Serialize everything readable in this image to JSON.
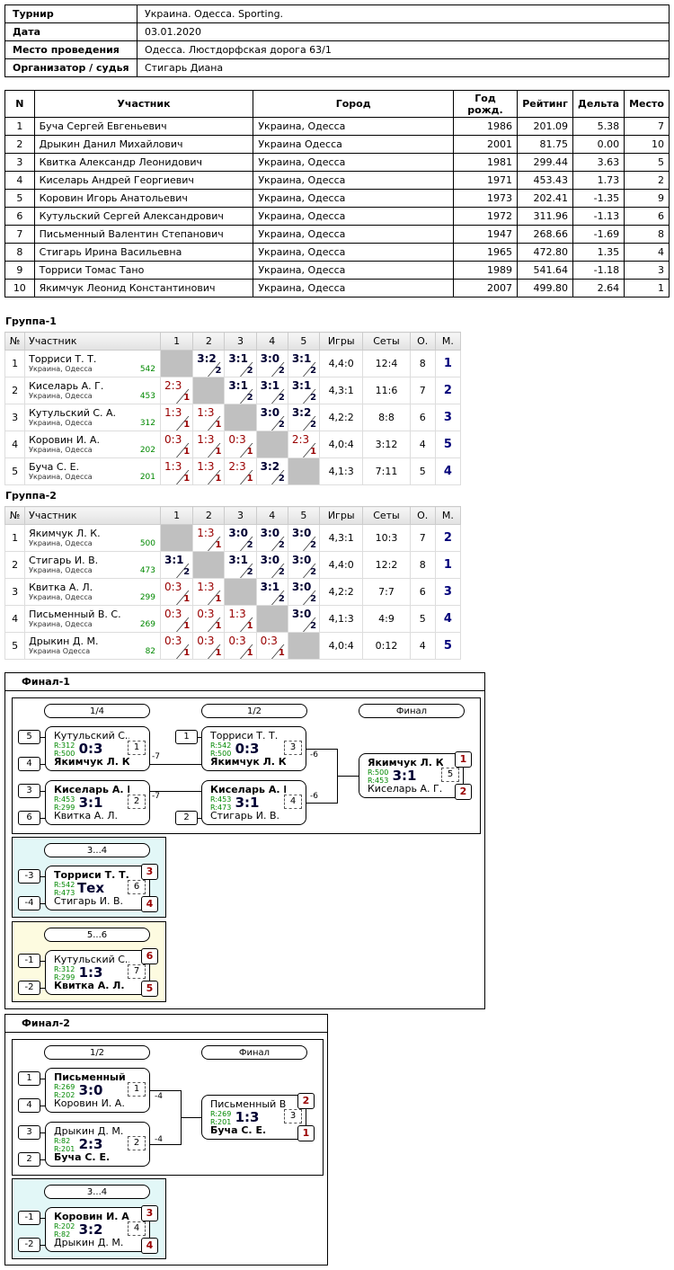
{
  "info": {
    "tour_k": "Турнир",
    "tour_v": "Украина. Одесса. Sporting.",
    "date_k": "Дата",
    "date_v": "03.01.2020",
    "place_k": "Место проведения",
    "place_v": "Одесса. Люстдорфская дорога 63/1",
    "org_k": "Организатор / судья",
    "org_v": "Стигарь Диана"
  },
  "participants": {
    "headers": [
      "N",
      "Участник",
      "Город",
      "Год рожд.",
      "Рейтинг",
      "Дельта",
      "Место"
    ],
    "rows": [
      [
        "1",
        "Буча Сергей Евгеньевич",
        "Украина, Одесса",
        "1986",
        "201.09",
        "5.38",
        "7"
      ],
      [
        "2",
        "Дрыкин Данил Михайлович",
        "Украина Одесса",
        "2001",
        "81.75",
        "0.00",
        "10"
      ],
      [
        "3",
        "Квитка Александр Леонидович",
        "Украина, Одесса",
        "1981",
        "299.44",
        "3.63",
        "5"
      ],
      [
        "4",
        "Киселарь Андрей Георгиевич",
        "Украина, Одесса",
        "1971",
        "453.43",
        "1.73",
        "2"
      ],
      [
        "5",
        "Коровин Игорь Анатольевич",
        "Украина, Одесса",
        "1973",
        "202.41",
        "-1.35",
        "9"
      ],
      [
        "6",
        "Кутульский Сергей Александрович",
        "Украина, Одесса",
        "1972",
        "311.96",
        "-1.13",
        "6"
      ],
      [
        "7",
        "Письменный Валентин Степанович",
        "Украина, Одесса",
        "1947",
        "268.66",
        "-1.69",
        "8"
      ],
      [
        "8",
        "Стигарь Ирина Васильевна",
        "Украина, Одесса",
        "1965",
        "472.80",
        "1.35",
        "4"
      ],
      [
        "9",
        "Торриси Томас Тано",
        "Украина, Одесса",
        "1989",
        "541.64",
        "-1.18",
        "3"
      ],
      [
        "10",
        "Якимчук Леонид Константинович",
        "Украина, Одесса",
        "2007",
        "499.80",
        "2.64",
        "1"
      ]
    ]
  },
  "group_headers": [
    "№",
    "Участник",
    "1",
    "2",
    "3",
    "4",
    "5",
    "Игры",
    "Сеты",
    "О.",
    "М."
  ],
  "group1": {
    "title": "Группа-1",
    "rows": [
      {
        "n": "1",
        "name": "Торриси Т. Т.",
        "city": "Украина, Одесса",
        "rating": "542",
        "cells": [
          null,
          [
            "3:2",
            "2",
            "w"
          ],
          [
            "3:1",
            "2",
            "w"
          ],
          [
            "3:0",
            "2",
            "w"
          ],
          [
            "3:1",
            "2",
            "w"
          ]
        ],
        "games": "4,4:0",
        "sets": "12:4",
        "pts": "8",
        "place": "1"
      },
      {
        "n": "2",
        "name": "Киселарь А. Г.",
        "city": "Украина, Одесса",
        "rating": "453",
        "cells": [
          [
            "2:3",
            "1",
            "l"
          ],
          null,
          [
            "3:1",
            "2",
            "w"
          ],
          [
            "3:1",
            "2",
            "w"
          ],
          [
            "3:1",
            "2",
            "w"
          ]
        ],
        "games": "4,3:1",
        "sets": "11:6",
        "pts": "7",
        "place": "2"
      },
      {
        "n": "3",
        "name": "Кутульский С. А.",
        "city": "Украина, Одесса",
        "rating": "312",
        "cells": [
          [
            "1:3",
            "1",
            "l"
          ],
          [
            "1:3",
            "1",
            "l"
          ],
          null,
          [
            "3:0",
            "2",
            "w"
          ],
          [
            "3:2",
            "2",
            "w"
          ]
        ],
        "games": "4,2:2",
        "sets": "8:8",
        "pts": "6",
        "place": "3"
      },
      {
        "n": "4",
        "name": "Коровин И. А.",
        "city": "Украина, Одесса",
        "rating": "202",
        "cells": [
          [
            "0:3",
            "1",
            "l"
          ],
          [
            "1:3",
            "1",
            "l"
          ],
          [
            "0:3",
            "1",
            "l"
          ],
          null,
          [
            "2:3",
            "1",
            "l"
          ]
        ],
        "games": "4,0:4",
        "sets": "3:12",
        "pts": "4",
        "place": "5"
      },
      {
        "n": "5",
        "name": "Буча С. Е.",
        "city": "Украина, Одесса",
        "rating": "201",
        "cells": [
          [
            "1:3",
            "1",
            "l"
          ],
          [
            "1:3",
            "1",
            "l"
          ],
          [
            "2:3",
            "1",
            "l"
          ],
          [
            "3:2",
            "2",
            "w"
          ],
          null
        ],
        "games": "4,1:3",
        "sets": "7:11",
        "pts": "5",
        "place": "4"
      }
    ]
  },
  "group2": {
    "title": "Группа-2",
    "rows": [
      {
        "n": "1",
        "name": "Якимчук Л. К.",
        "city": "Украина, Одесса",
        "rating": "500",
        "cells": [
          null,
          [
            "1:3",
            "1",
            "l"
          ],
          [
            "3:0",
            "2",
            "w"
          ],
          [
            "3:0",
            "2",
            "w"
          ],
          [
            "3:0",
            "2",
            "w"
          ]
        ],
        "games": "4,3:1",
        "sets": "10:3",
        "pts": "7",
        "place": "2"
      },
      {
        "n": "2",
        "name": "Стигарь И. В.",
        "city": "Украина, Одесса",
        "rating": "473",
        "cells": [
          [
            "3:1",
            "2",
            "w"
          ],
          null,
          [
            "3:1",
            "2",
            "w"
          ],
          [
            "3:0",
            "2",
            "w"
          ],
          [
            "3:0",
            "2",
            "w"
          ]
        ],
        "games": "4,4:0",
        "sets": "12:2",
        "pts": "8",
        "place": "1"
      },
      {
        "n": "3",
        "name": "Квитка А. Л.",
        "city": "Украина, Одесса",
        "rating": "299",
        "cells": [
          [
            "0:3",
            "1",
            "l"
          ],
          [
            "1:3",
            "1",
            "l"
          ],
          null,
          [
            "3:1",
            "2",
            "w"
          ],
          [
            "3:0",
            "2",
            "w"
          ]
        ],
        "games": "4,2:2",
        "sets": "7:7",
        "pts": "6",
        "place": "3"
      },
      {
        "n": "4",
        "name": "Письменный В. С.",
        "city": "Украина, Одесса",
        "rating": "269",
        "cells": [
          [
            "0:3",
            "1",
            "l"
          ],
          [
            "0:3",
            "1",
            "l"
          ],
          [
            "1:3",
            "1",
            "l"
          ],
          null,
          [
            "3:0",
            "2",
            "w"
          ]
        ],
        "games": "4,1:3",
        "sets": "4:9",
        "pts": "5",
        "place": "4"
      },
      {
        "n": "5",
        "name": "Дрыкин Д. М.",
        "city": "Украина Одесса",
        "rating": "82",
        "cells": [
          [
            "0:3",
            "1",
            "l"
          ],
          [
            "0:3",
            "1",
            "l"
          ],
          [
            "0:3",
            "1",
            "l"
          ],
          [
            "0:3",
            "1",
            "l"
          ],
          null
        ],
        "games": "4,0:4",
        "sets": "0:12",
        "pts": "4",
        "place": "5"
      }
    ]
  },
  "final1": {
    "title": "Финал-1",
    "stages": [
      "1/4",
      "1/2",
      "Финал"
    ],
    "stage34": "3...4",
    "stage56": "5...6",
    "m1": {
      "p1": "Кутульский С...",
      "p2": "Якимчук Л. К.",
      "r1": "R:312",
      "r2": "R:500",
      "score": "0:3",
      "num": "1",
      "s1": "5",
      "s2": "4",
      "loser": "-7"
    },
    "m2": {
      "p1": "Киселарь А. Г.",
      "p2": "Квитка А. Л.",
      "r1": "R:453",
      "r2": "R:299",
      "score": "3:1",
      "num": "2",
      "s1": "3",
      "s2": "6",
      "loser": "-7"
    },
    "m3": {
      "p1": "Торриси Т. Т.",
      "p2": "Якимчук Л. К.",
      "r1": "R:542",
      "r2": "R:500",
      "score": "0:3",
      "num": "3",
      "s1": "1",
      "loser": "-6"
    },
    "m4": {
      "p1": "Киселарь А. Г.",
      "p2": "Стигарь И. В.",
      "r1": "R:453",
      "r2": "R:473",
      "score": "3:1",
      "num": "4",
      "s2": "2",
      "loser": "-6"
    },
    "m5": {
      "p1": "Якимчук Л. К.",
      "p2": "Киселарь А. Г.",
      "r1": "R:500",
      "r2": "R:453",
      "score": "3:1",
      "num": "5",
      "rk1": "1",
      "rk2": "2"
    },
    "m6": {
      "p1": "Торриси Т. Т.",
      "p2": "Стигарь И. В.",
      "r1": "R:542",
      "r2": "R:473",
      "score": "Тех",
      "num": "6",
      "s1": "-3",
      "s2": "-4",
      "rk1": "3",
      "rk2": "4"
    },
    "m7": {
      "p1": "Кутульский С...",
      "p2": "Квитка А. Л.",
      "r1": "R:312",
      "r2": "R:299",
      "score": "1:3",
      "num": "7",
      "s1": "-1",
      "s2": "-2",
      "rk1": "6",
      "rk2": "5"
    }
  },
  "final2": {
    "title": "Финал-2",
    "stages": [
      "1/2",
      "Финал"
    ],
    "stage34": "3...4",
    "m1": {
      "p1": "Письменный В...",
      "p2": "Коровин И. А.",
      "r1": "R:269",
      "r2": "R:202",
      "score": "3:0",
      "num": "1",
      "s1": "1",
      "s2": "4",
      "loser": "-4"
    },
    "m2": {
      "p1": "Дрыкин Д. М.",
      "p2": "Буча С. Е.",
      "r1": "R:82",
      "r2": "R:201",
      "score": "2:3",
      "num": "2",
      "s1": "3",
      "s2": "2",
      "loser": "-4"
    },
    "m3": {
      "p1": "Письменный В...",
      "p2": "Буча С. Е.",
      "r1": "R:269",
      "r2": "R:201",
      "score": "1:3",
      "num": "3",
      "rk1": "2",
      "rk2": "1"
    },
    "m4": {
      "p1": "Коровин И. А.",
      "p2": "Дрыкин Д. М.",
      "r1": "R:202",
      "r2": "R:82",
      "score": "3:2",
      "num": "4",
      "s1": "-1",
      "s2": "-2",
      "rk1": "3",
      "rk2": "4"
    }
  }
}
